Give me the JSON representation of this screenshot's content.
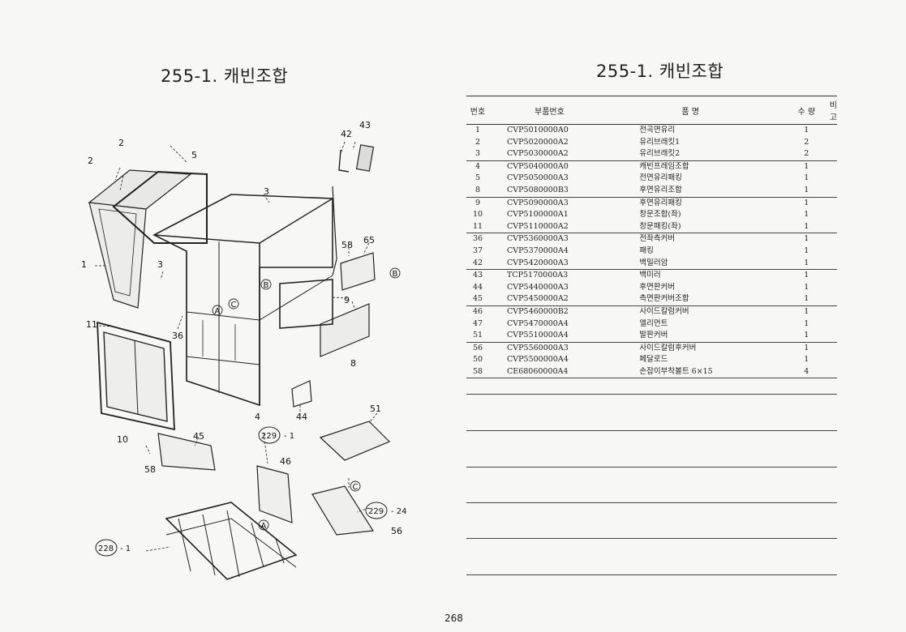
{
  "left_title": "255-1. 캐빈조합",
  "right_title": "255-1. 캐빈조합",
  "table": {
    "headers": {
      "no": "번호",
      "part": "부품번호",
      "name": "품   명",
      "qty": "수 량",
      "remark": "비 고"
    },
    "rows": [
      {
        "no": "1",
        "part": "CVP5010000A0",
        "name": "전곡면유리",
        "qty": "1",
        "remark": ""
      },
      {
        "no": "2",
        "part": "CVP5020000A2",
        "name": "유리브래킷1",
        "qty": "2",
        "remark": ""
      },
      {
        "no": "3",
        "part": "CVP5030000A2",
        "name": "유리브래킷2",
        "qty": "2",
        "remark": ""
      },
      {
        "no": "4",
        "part": "CVP5040000A0",
        "name": "캐빈프레임조합",
        "qty": "1",
        "remark": ""
      },
      {
        "no": "5",
        "part": "CVP5050000A3",
        "name": "전면유리패킹",
        "qty": "1",
        "remark": ""
      },
      {
        "no": "8",
        "part": "CVP5080000B3",
        "name": "후면유리조합",
        "qty": "1",
        "remark": ""
      },
      {
        "no": "9",
        "part": "CVP5090000A3",
        "name": "후면유리패킹",
        "qty": "1",
        "remark": ""
      },
      {
        "no": "10",
        "part": "CVP5100000A1",
        "name": "창문조합(좌)",
        "qty": "1",
        "remark": ""
      },
      {
        "no": "11",
        "part": "CVP5110000A2",
        "name": "창문패킹(좌)",
        "qty": "1",
        "remark": ""
      },
      {
        "no": "36",
        "part": "CVP5360000A3",
        "name": "전좌측커버",
        "qty": "1",
        "remark": ""
      },
      {
        "no": "37",
        "part": "CVP5370000A4",
        "name": "패킹",
        "qty": "1",
        "remark": ""
      },
      {
        "no": "42",
        "part": "CVP5420000A3",
        "name": "백밀러암",
        "qty": "1",
        "remark": ""
      },
      {
        "no": "43",
        "part": "TCP5170000A3",
        "name": "백미러",
        "qty": "1",
        "remark": ""
      },
      {
        "no": "44",
        "part": "CVP5440000A3",
        "name": "후면판커버",
        "qty": "1",
        "remark": ""
      },
      {
        "no": "45",
        "part": "CVP5450000A2",
        "name": "측면판커버조합",
        "qty": "1",
        "remark": ""
      },
      {
        "no": "46",
        "part": "CVP5460000B2",
        "name": "사이드칼럼커버",
        "qty": "1",
        "remark": ""
      },
      {
        "no": "47",
        "part": "CVP5470000A4",
        "name": "엘리먼트",
        "qty": "1",
        "remark": ""
      },
      {
        "no": "51",
        "part": "CVP5510000A4",
        "name": "발판커버",
        "qty": "1",
        "remark": ""
      },
      {
        "no": "56",
        "part": "CVP5560000A3",
        "name": "사이드칼럼후커버",
        "qty": "1",
        "remark": ""
      },
      {
        "no": "50",
        "part": "CVP5500000A4",
        "name": "페달로드",
        "qty": "1",
        "remark": ""
      },
      {
        "no": "58",
        "part": "CE68060000A4",
        "name": "손잡이부착볼트 6×15",
        "qty": "4",
        "remark": ""
      }
    ]
  },
  "diagram": {
    "callouts": [
      "1",
      "2",
      "2",
      "3",
      "3",
      "4",
      "5",
      "8",
      "9",
      "10",
      "11",
      "36",
      "42",
      "43",
      "44",
      "45",
      "46",
      "51",
      "56",
      "58",
      "58",
      "65"
    ],
    "circle_labels": [
      "A",
      "B",
      "C",
      "A",
      "B",
      "C"
    ],
    "refs": [
      {
        "id": "229",
        "suffix": "- 1"
      },
      {
        "id": "229",
        "suffix": "- 24"
      },
      {
        "id": "228",
        "suffix": "- 1"
      }
    ]
  },
  "page_number": "268"
}
